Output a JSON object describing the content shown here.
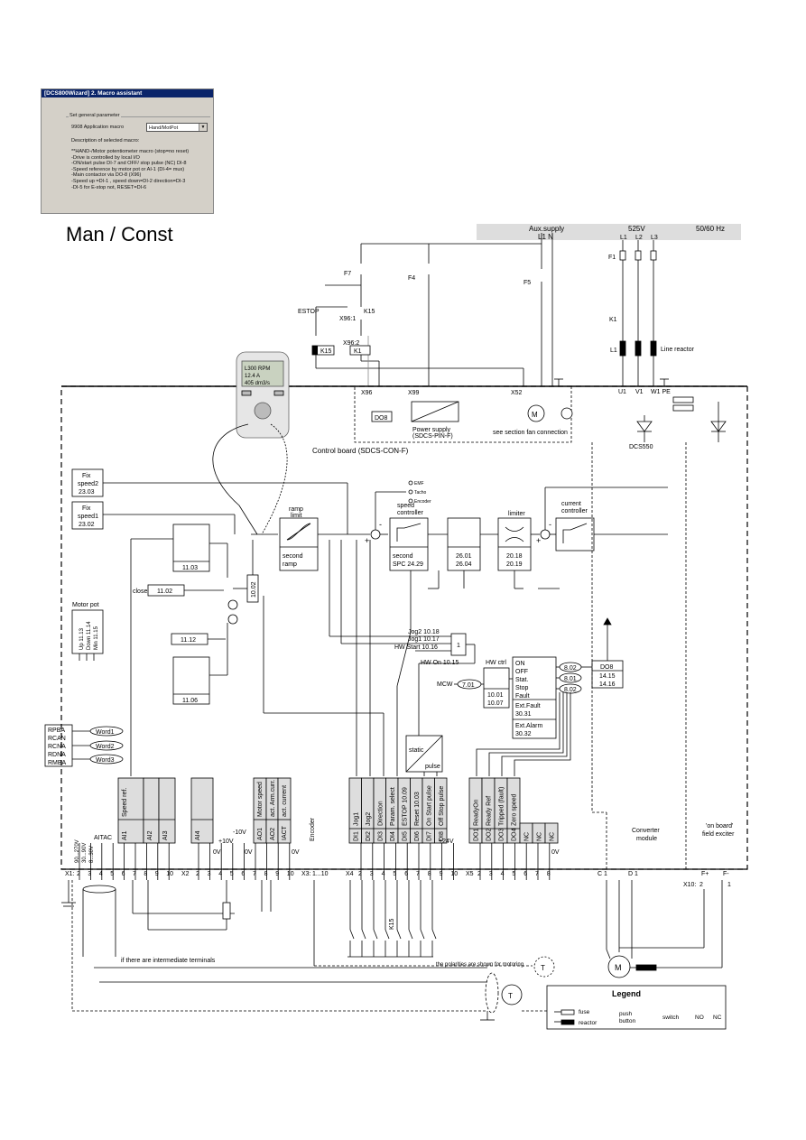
{
  "wizard": {
    "title": "[DCS800Wizard] 2. Macro assistant",
    "group_label": "Set general parameter",
    "param_label": "9908 Application macro",
    "param_value": "Hand/MotPot",
    "desc_label": "Description of selected macro:",
    "desc_lines": [
      "**HAND-/Motor potentiometer macro (stop=no reset)",
      "-Drive is controlled by local I/O",
      "-ON/start pulse DI-7 and OFF/ stop pulse (NC) DI-8",
      "-Speed reference by motor pot or AI-1 (DI-4= mux)",
      "-Main contactor via DO-8 (X96)",
      "-Speed up =DI-1 , speed down=DI-2 direction=DI-3",
      "-DI-5 for E-stop not, RESET=DI-6"
    ]
  },
  "page_title": "Man / Const",
  "supply": {
    "aux": "Aux.supply",
    "aux_ln": "L1 N",
    "voltage": "525V",
    "freq": "50/60 Hz",
    "l1": "L1",
    "l2": "L2",
    "l3": "L3"
  },
  "labels": {
    "f7": "F7",
    "f4": "F4",
    "f5": "F5",
    "f1": "F1",
    "estop": "ESTOP",
    "k15": "K15",
    "x96_1": "X96:1",
    "x96_2": "X96:2",
    "k1": "K1",
    "l1r": "L1",
    "line_reactor": "Line reactor",
    "x96": "X96",
    "x99": "X99",
    "x52": "X52",
    "do8_box": "DO8",
    "power_supply": "Power supply",
    "power_supply_2": "(SDCS-PIN-F)",
    "fan_note": "see section fan connection",
    "u1": "U1",
    "v1": "V1",
    "w1pe": "W1 PE",
    "dcs550": "DCS550",
    "control_board": "Control board (SDCS-CON-F)",
    "fix2": "Fix",
    "fix2b": "speed2",
    "fix2c": "23.03",
    "fix1": "Fix",
    "fix1b": "speed1",
    "fix1c": "23.02",
    "ramp1": "ramp",
    "ramp2": "limit",
    "second_ramp1": "second",
    "second_ramp2": "ramp",
    "emf": "EMF",
    "tacho": "Tacho",
    "encoder": "Encoder",
    "speed_ctrl1": "speed",
    "speed_ctrl2": "controller",
    "second_spc1": "second",
    "second_spc2": "SPC 24.29",
    "p26a": "26.01",
    "p26b": "26.04",
    "limiter": "limiter",
    "p20a": "20.18",
    "p20b": "20.19",
    "cur_ctrl1": "current",
    "cur_ctrl2": "controller",
    "sw_1103": "11.03",
    "close": "close",
    "p1102": "11.02",
    "p1112": "11.12",
    "sw_1106": "11.06",
    "p1002": "10.02",
    "motor_pot": "Motor pot",
    "mp_up": "Up 11.13",
    "mp_down": "Down 11.14",
    "mp_min": "Min 11.15",
    "jog2": "Jog2 10.18",
    "jog1": "Jog1 10.17",
    "hwstart": "HW Start 10.16",
    "hwon": "HW On 10.15",
    "or1": "1",
    "hwctrl": "HW ctrl",
    "mcw": "MCW",
    "p701": "7.01",
    "p1001": "10.01",
    "p1007": "10.07",
    "st_on": "ON",
    "st_off": "OFF",
    "st_stat": "Stat.",
    "st_stop": "Stop",
    "st_fault": "Fault",
    "ext_fault": "Ext.Fault",
    "ext_fault_p": "30.31",
    "ext_alarm": "Ext.Alarm",
    "ext_alarm_p": "30.32",
    "p802": "8.02",
    "p801": "8.01",
    "p802b": "8.02",
    "do8b": "DO8",
    "p1415": "14.15",
    "p1416": "14.16",
    "rpba": "RPBA",
    "rcan": "RCAN",
    "rcna": "RCNA",
    "rdna": "RDNA",
    "rmba": "RMBA",
    "word1": "Word1",
    "word2": "Word2",
    "word3": "Word3",
    "static": "static",
    "pulse": "pulse",
    "conv1": "Converter",
    "conv2": "module",
    "onboard1": "'on board'",
    "onboard2": "field exciter",
    "x1": "X1:",
    "x2": "X2",
    "x3": "X3:",
    "x4": "X4",
    "x5": "X5",
    "v270": "90...270V",
    "v90": "30...90V",
    "v830": "8...30V",
    "aitac": "AITAC",
    "p10v": "+10V",
    "m10v": "-10V",
    "ov1": "0V",
    "ov2": "0V",
    "ov3": "0V",
    "ov4": "0V",
    "p24v": "+24V",
    "encoder_v": "Encoder",
    "t110": "1...10",
    "c1": "C 1",
    "d1": "D 1",
    "x10": "X10:",
    "x10_2": "2",
    "x10_1": "1",
    "fplus": "F+",
    "fminus": "F-",
    "k15b": "K15",
    "intermediate": "if there are intermediate terminals",
    "polarities": "the polarities are shown for motoring",
    "legend": "Legend",
    "lg_fuse": "fuse",
    "lg_reactor": "reactor",
    "lg_push": "push",
    "lg_push2": "button",
    "lg_switch": "switch",
    "lg_no": "NO",
    "lg_nc": "NC"
  },
  "ai_labels": [
    "AI1",
    "Speed ref.",
    "AI2",
    "AI3",
    "AI4",
    "AO1",
    "Motor speed",
    "AO2",
    "act. Arm.curr.",
    "IACT",
    "act. current"
  ],
  "di_labels": [
    "DI1",
    "Jog1",
    "DI2",
    "Jog2",
    "DI3",
    "Direction",
    "DI4",
    "Param. select",
    "DI5",
    "ESTOP 10.09",
    "DI6",
    "Reset 10.03",
    "DI7",
    "On Start pulse",
    "DI8",
    "Off Stop pulse"
  ],
  "do_labels": [
    "DO1",
    "ReadyOn",
    "DO2",
    "Ready Ref",
    "DO3",
    "Tripped (fault)",
    "DO4",
    "Zero speed",
    "NC",
    "NC",
    "NC"
  ],
  "term_x1": [
    "1",
    "2",
    "3",
    "4",
    "5",
    "6",
    "7",
    "8",
    "9",
    "10"
  ],
  "term_x2": [
    "1",
    "2",
    "3",
    "4",
    "5",
    "6",
    "7",
    "8",
    "9",
    "10"
  ],
  "term_x4": [
    "1",
    "2",
    "3",
    "4",
    "5",
    "6",
    "7",
    "8",
    "9",
    "10"
  ],
  "term_x5": [
    "1",
    "2",
    "3",
    "4",
    "5",
    "6",
    "7",
    "8"
  ],
  "panel": {
    "line1": "L300 RPM",
    "line2": "12.4 A",
    "line3": "405 dm3/s"
  },
  "motor_m": "M",
  "tacho_t": "T"
}
